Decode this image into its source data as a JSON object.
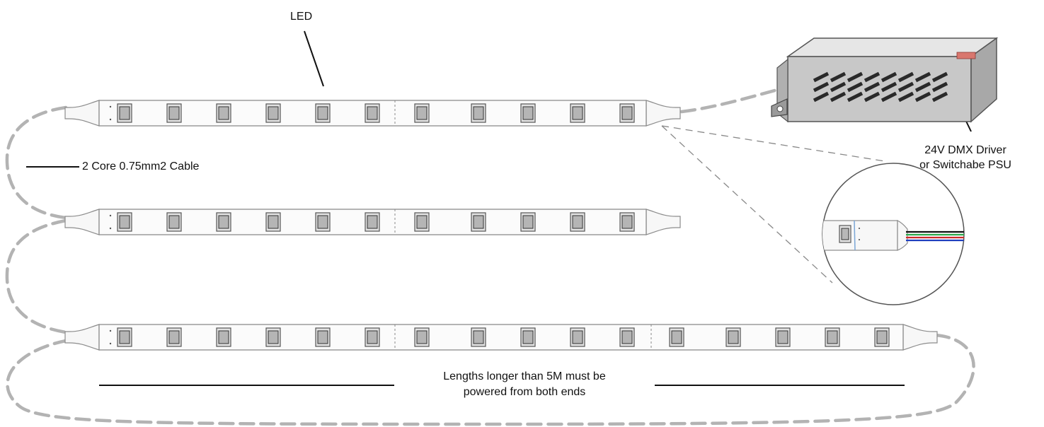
{
  "labels": {
    "led": "LED",
    "cable": "2 Core 0.75mm2 Cable",
    "driver_line1": "24V DMX Driver",
    "driver_line2": "or Switchabe PSU",
    "note_line1": "Lengths longer than 5M must be",
    "note_line2": "powered from both ends"
  },
  "strips": [
    {
      "name": "strip-top",
      "led_count": 11
    },
    {
      "name": "strip-middle",
      "led_count": 11
    },
    {
      "name": "strip-bottom",
      "led_count": 16
    }
  ],
  "colors": {
    "cable": "#b3b3b3",
    "strip_outline": "#8c8c8c",
    "led_body": "#9e9e9e",
    "driver_body": "#c8c8c8",
    "wire_red": "#cc2a2a",
    "wire_green": "#2aa84a",
    "wire_blue": "#1f3fbf",
    "wire_black": "#111111"
  },
  "icons": {
    "driver": "power-supply-icon",
    "zoom": "magnifier-detail-icon"
  }
}
